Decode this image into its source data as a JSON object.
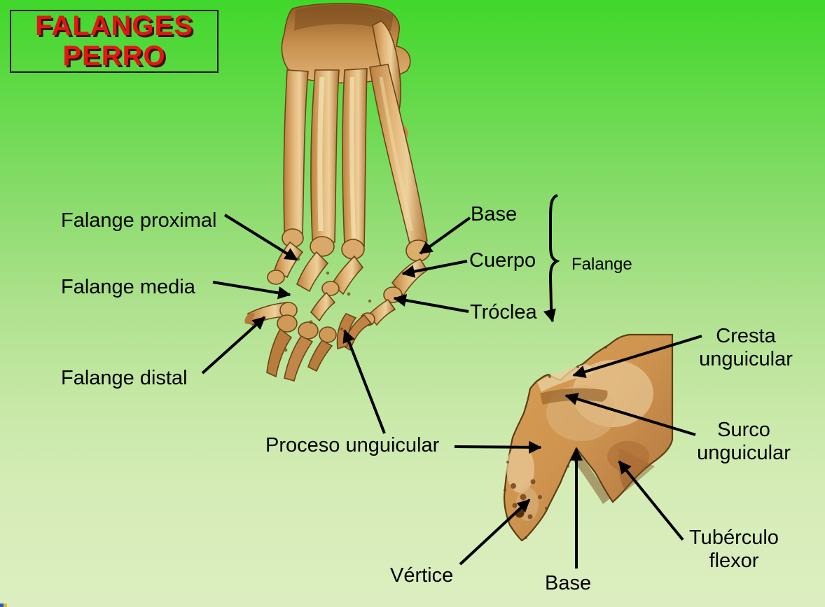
{
  "slide": {
    "title_line1": "FALANGES",
    "title_line2": "PERRO"
  },
  "paw_labels": {
    "falange_proximal": "Falange proximal",
    "falange_media": "Falange media",
    "falange_distal": "Falange distal"
  },
  "phalanx_parts": {
    "base": "Base",
    "cuerpo": "Cuerpo",
    "troclea": "Tróclea",
    "group": "Falange"
  },
  "distal_labels": {
    "proceso": "Proceso unguicular",
    "cresta_line1": "Cresta",
    "cresta_line2": "unguicular",
    "surco_line1": "Surco",
    "surco_line2": "unguicular",
    "tuberculo_line1": "Tubérculo",
    "tuberculo_line2": "flexor",
    "vertice": "Vértice",
    "base": "Base"
  },
  "images": {
    "paw_photo": "dog-forepaw-skeleton-photo",
    "phalanx_photo": "distal-phalanx-closeup-photo"
  },
  "colors": {
    "background_top": "#40d72b",
    "background_bottom": "#dceec0",
    "title_red": "#e31515",
    "label_black": "#000000",
    "bone_tan": "#c9914f",
    "arrow_black": "#000000"
  }
}
